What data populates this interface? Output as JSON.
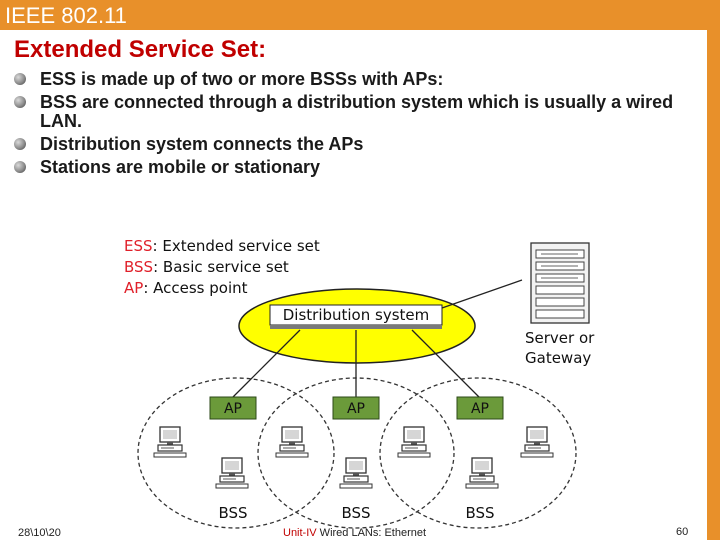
{
  "slide": {
    "title": "IEEE 802.11",
    "subtitle": "Extended Service Set:",
    "bullets": [
      "ESS is made up of two or more BSSs with APs:",
      "BSS are connected through a distribution system which is usually a wired LAN.",
      "Distribution system connects the APs",
      "Stations are mobile or stationary"
    ]
  },
  "diagram": {
    "legend": [
      {
        "abbr": "ESS",
        "text": ": Extended service set"
      },
      {
        "abbr": "BSS",
        "text": ": Basic service set"
      },
      {
        "abbr": "AP",
        "text": ": Access point"
      }
    ],
    "distribution_label": "Distribution system",
    "server_label_line1": "Server or",
    "server_label_line2": "Gateway",
    "ap_labels": [
      "AP",
      "AP",
      "AP"
    ],
    "bss_labels": [
      "BSS",
      "BSS",
      "BSS"
    ],
    "colors": {
      "ellipse_fill": "#ffff00",
      "ap_fill": "#6b9a3a",
      "abbr_color": "#e0202a",
      "header": "#e8902a",
      "subtitle": "#c00000"
    }
  },
  "footer": {
    "date": "28\\10\\20",
    "unit": "Unit-IV",
    "topic": " Wired LANs: Ethernet",
    "page": "60"
  }
}
